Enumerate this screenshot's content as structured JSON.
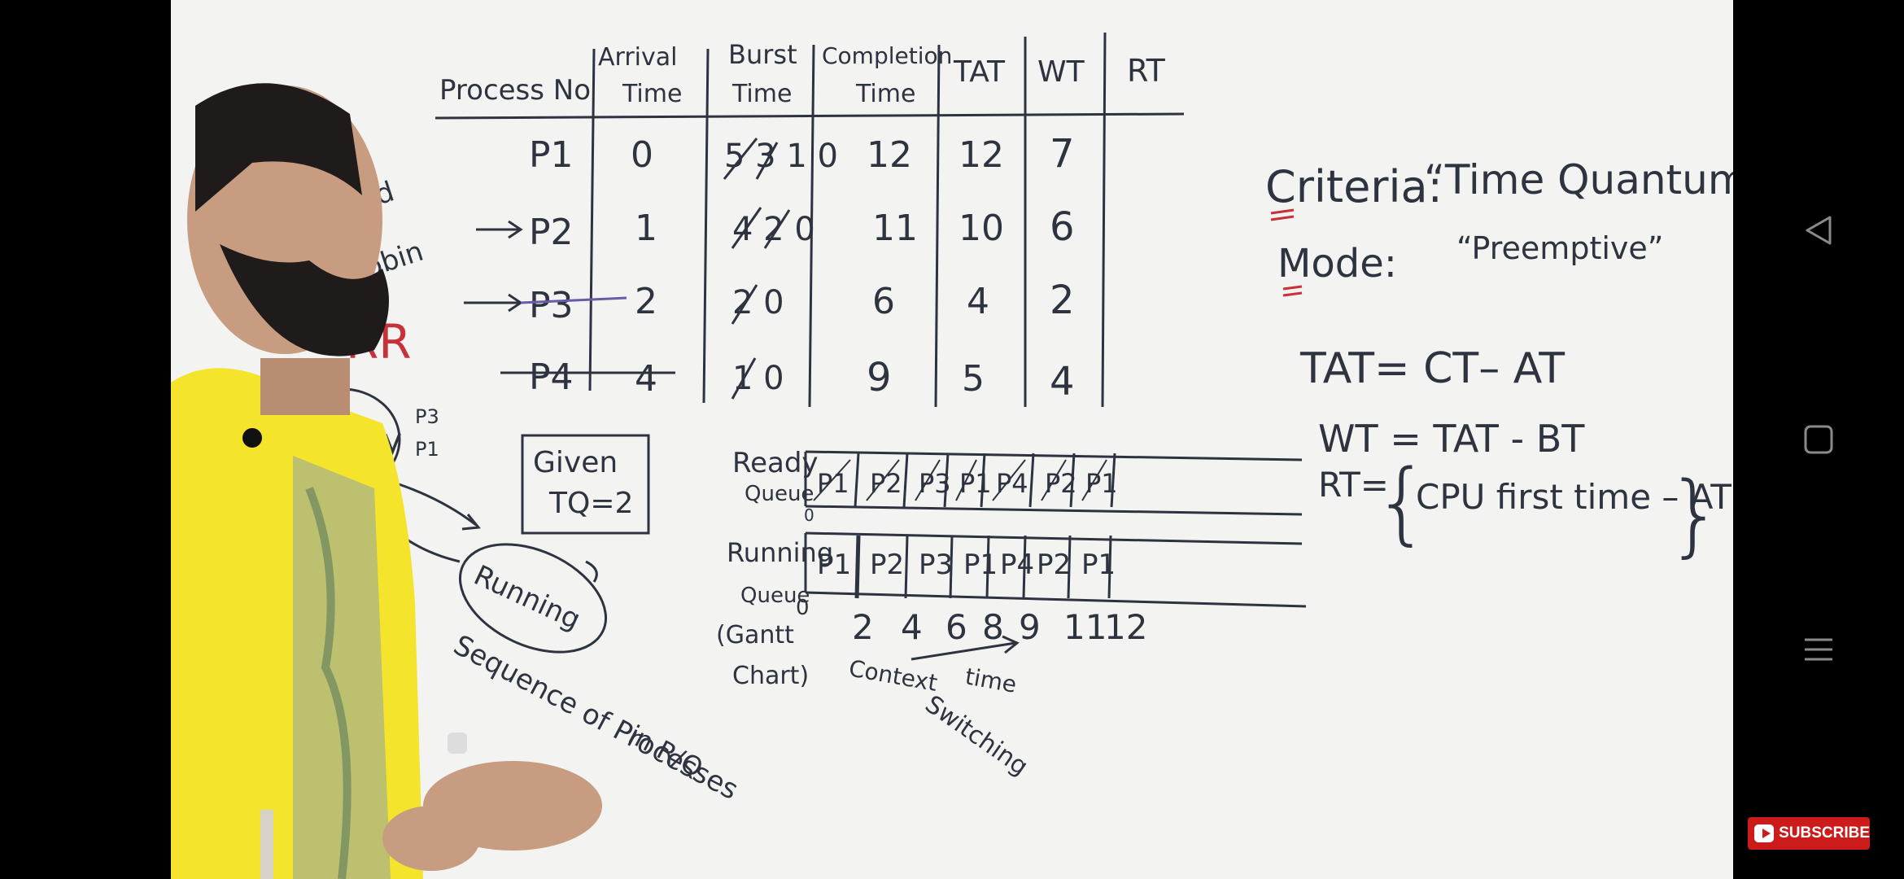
{
  "table": {
    "headers": [
      {
        "l1": "Process No",
        "l2": ""
      },
      {
        "l1": "Arrival",
        "l2": "Time"
      },
      {
        "l1": "Burst",
        "l2": "Time"
      },
      {
        "l1": "Completion",
        "l2": "Time"
      },
      {
        "l1": "TAT",
        "l2": ""
      },
      {
        "l1": "WT",
        "l2": ""
      },
      {
        "l1": "RT",
        "l2": ""
      }
    ],
    "rows": [
      {
        "process": "P1",
        "arrival": "0",
        "burst": "5 3 1 0",
        "completion": "12",
        "tat": "12",
        "wt": "7",
        "rt": ""
      },
      {
        "process": "P2",
        "arrival": "1",
        "burst": "4 2 0",
        "completion": "11",
        "tat": "10",
        "wt": "6",
        "rt": ""
      },
      {
        "process": "P3",
        "arrival": "2",
        "burst": "2 0",
        "completion": "6",
        "tat": "4",
        "wt": "2",
        "rt": ""
      },
      {
        "process": "P4",
        "arrival": "4",
        "burst": "1 0",
        "completion": "9",
        "tat": "5",
        "wt": "4",
        "rt": ""
      }
    ]
  },
  "left_notes": {
    "frag1": "und",
    "frag2": "robin",
    "abbr": "RR"
  },
  "state_diagram": {
    "ready": "Ready",
    "running": "Running",
    "queue_note1": "P3",
    "queue_note2": "P1"
  },
  "given_box": {
    "line1": "Given",
    "line2": "TQ=2"
  },
  "ready_queue": {
    "label1": "Ready",
    "label2": "Queue",
    "start": "0",
    "cells": [
      "P1",
      "P2",
      "P3",
      "P1",
      "P4",
      "P2",
      "P1"
    ]
  },
  "running_queue": {
    "label1": "Running",
    "label2": "Queue",
    "cells": [
      "P1",
      "P2",
      "P3",
      "P1",
      "P4",
      "P2",
      "P1"
    ],
    "times": [
      "0",
      "2",
      "4",
      "6",
      "8",
      "9",
      "11",
      "12"
    ]
  },
  "gantt_note": {
    "line1": "(Gantt",
    "line2": "Chart)"
  },
  "context_switching": {
    "line1": "Context",
    "line2": "Switching",
    "time": "time"
  },
  "sequence_note": {
    "line1": "Sequence of Processes",
    "line2": "in R/Q"
  },
  "criteria": {
    "label": "Criteria:",
    "value": "“Time Quantum”"
  },
  "mode": {
    "label": "Mode:",
    "value": "“Preemptive”"
  },
  "formulas": {
    "tat": "TAT= CT– AT",
    "wt": "WT = TAT - BT",
    "rt_label": "RT=",
    "rt": "CPU first time – AT"
  },
  "subscribe_label": "SUBSCRIBE",
  "colors": {
    "ink": "#2d3440",
    "red": "#c8313a",
    "shirt": "#f4e42c",
    "board": "#f3f3f1",
    "subscribe": "#cc1b1b"
  }
}
